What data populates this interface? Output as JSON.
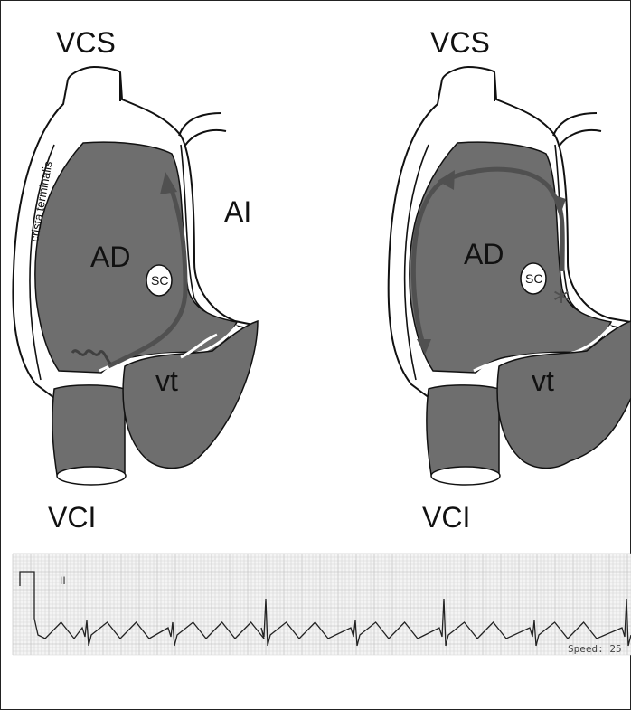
{
  "colors": {
    "chamber_fill": "#6e6e6e",
    "arrow": "#505050",
    "outline": "#111111",
    "ecg_grid_minor": "#d4d4d4",
    "ecg_grid_major": "#b8b8b8",
    "ecg_trace": "#222222",
    "ecg_background": "#f4f4f4"
  },
  "left_panel": {
    "vcs_label": "VCS",
    "ai_label": "AI",
    "ad_label": "AD",
    "sc_label": "SC",
    "vt_label": "vt",
    "vci_label": "VCI",
    "crista_label": "crista terminalis"
  },
  "right_panel": {
    "vcs_label": "VCS",
    "ad_label": "AD",
    "sc_label": "SC",
    "vt_label": "vt",
    "vci_label": "VCI",
    "star_symbol": "*"
  },
  "ecg": {
    "lead_label": "II",
    "speed_label": "Speed: 25"
  }
}
